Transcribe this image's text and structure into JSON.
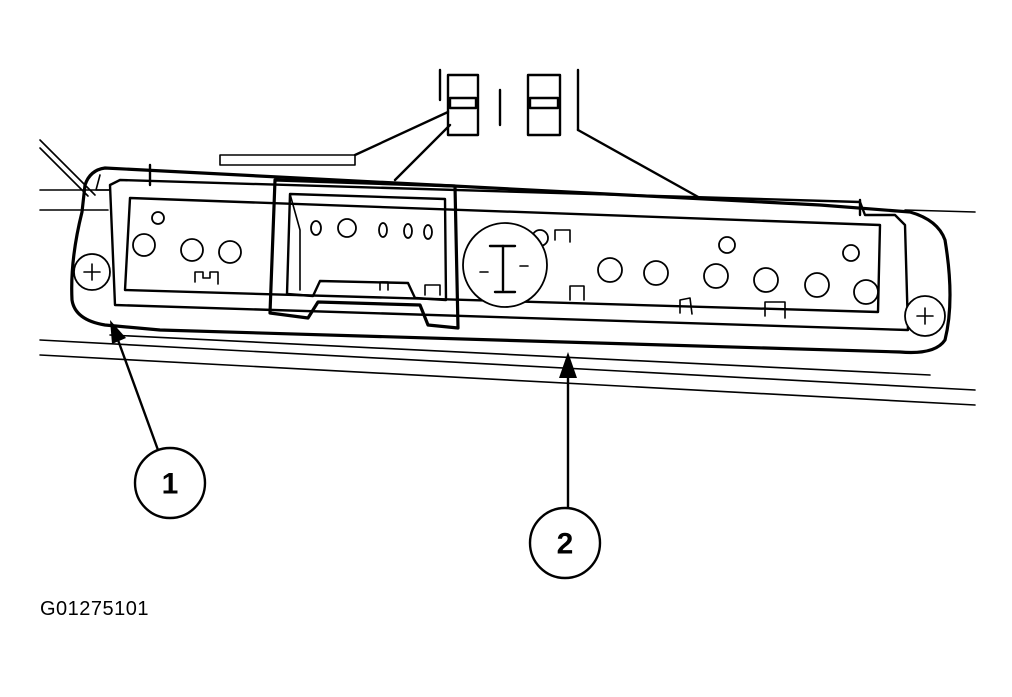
{
  "figure_id": "G01275101",
  "callouts": [
    {
      "label": "1"
    },
    {
      "label": "2"
    }
  ]
}
